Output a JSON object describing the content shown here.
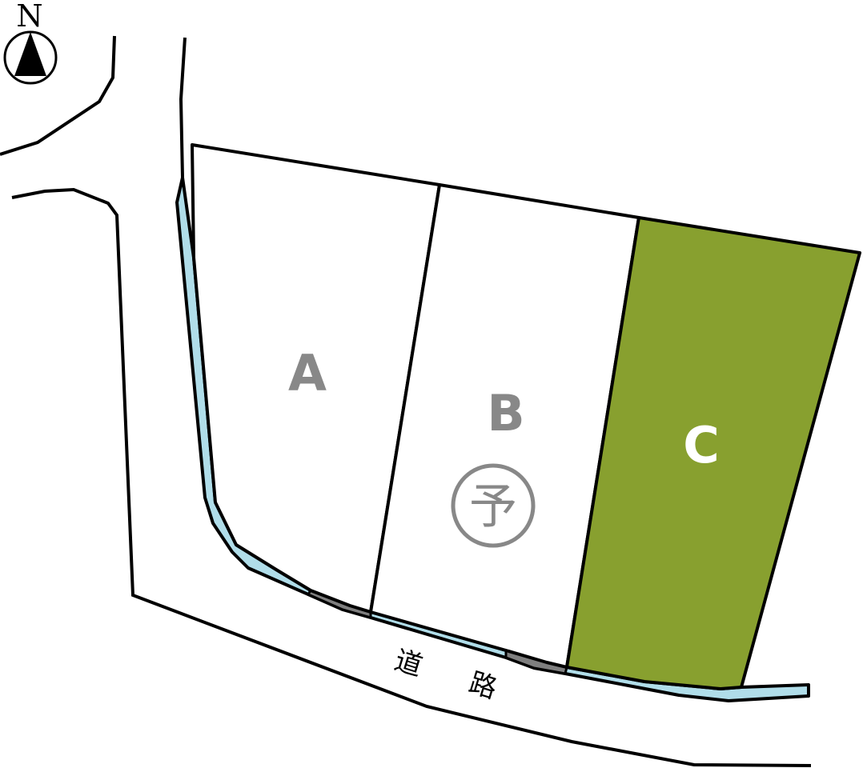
{
  "compass": {
    "label": "N",
    "icon": "north-arrow-icon"
  },
  "plots": [
    {
      "id": "A",
      "label": "A",
      "status": "available"
    },
    {
      "id": "B",
      "label": "B",
      "status": "reserved",
      "badge": "予"
    },
    {
      "id": "C",
      "label": "C",
      "status": "highlighted"
    }
  ],
  "road": {
    "label_1": "道",
    "label_2": "路"
  },
  "colors": {
    "plot_c": "#88a02f",
    "channel": "#b0dde9",
    "culvert": "#7f7f7f",
    "label": "#888888",
    "outline": "#000000"
  }
}
